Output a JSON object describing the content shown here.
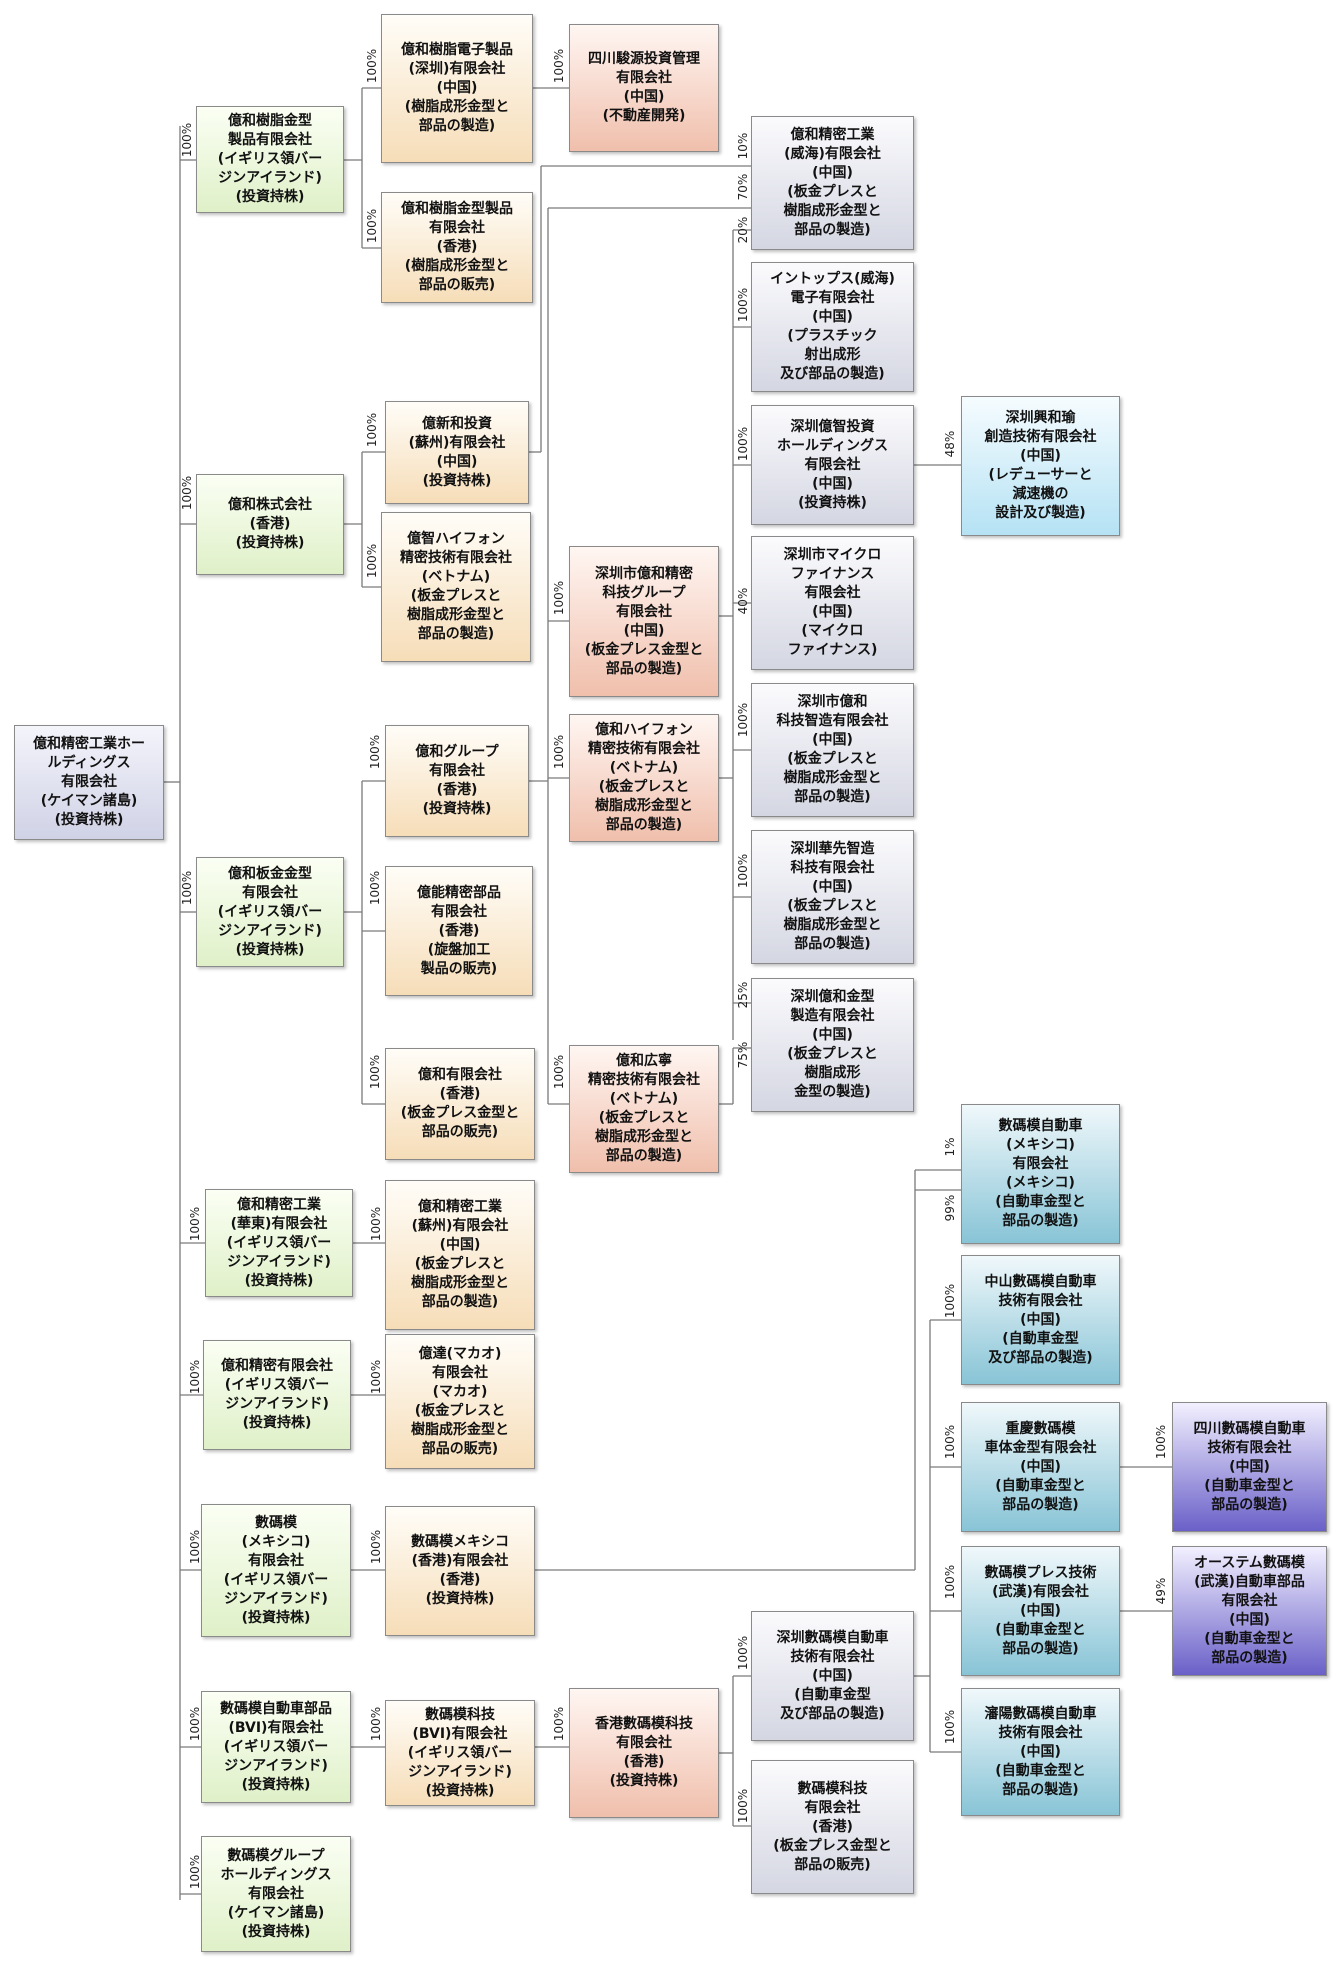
{
  "boxes": {
    "b0": {
      "text": "億和精密工業ホー\nルディングス\n有限会社\n(ケイマン諸島)\n(投資持株)",
      "color": "blue"
    },
    "b1": {
      "text": "億和樹脂金型\n製品有限会社\n(イギリス領バー\nジンアイランド)\n(投資持株)",
      "color": "green"
    },
    "b2": {
      "text": "億和株式会社\n(香港)\n(投資持株)",
      "color": "green"
    },
    "b3": {
      "text": "億和板金金型\n有限会社\n(イギリス領バー\nジンアイランド)\n(投資持株)",
      "color": "green"
    },
    "b4": {
      "text": "億和精密工業\n(華東)有限会社\n(イギリス領バー\nジンアイランド)\n(投資持株)",
      "color": "green"
    },
    "b5": {
      "text": "億和精密有限会社\n(イギリス領バー\nジンアイランド)\n(投資持株)",
      "color": "green"
    },
    "b6": {
      "text": "數碼模\n(メキシコ)\n有限会社\n(イギリス領バー\nジンアイランド)\n(投資持株)",
      "color": "green"
    },
    "b7": {
      "text": "數碼模自動車部品\n(BVI)有限会社\n(イギリス領バー\nジンアイランド)\n(投資持株)",
      "color": "green"
    },
    "b8": {
      "text": "數碼模グループ\nホールディングス\n有限会社\n(ケイマン諸島)\n(投資持株)",
      "color": "green"
    },
    "c1": {
      "text": "億和樹脂電子製品\n(深圳)有限会社\n(中国)\n(樹脂成形金型と\n部品の製造)",
      "color": "tan"
    },
    "c2": {
      "text": "億和樹脂金型製品\n有限会社\n(香港)\n(樹脂成形金型と\n部品の販売)",
      "color": "tan"
    },
    "c3": {
      "text": "億新和投資\n(蘇州)有限会社\n(中国)\n(投資持株)",
      "color": "tan"
    },
    "c4": {
      "text": "億智ハイフォン\n精密技術有限会社\n(ベトナム)\n(板金プレスと\n樹脂成形金型と\n部品の製造)",
      "color": "tan"
    },
    "c5": {
      "text": "億和グループ\n有限会社\n(香港)\n(投資持株)",
      "color": "tan"
    },
    "c6": {
      "text": "億能精密部品\n有限会社\n(香港)\n(旋盤加工\n製品の販売)",
      "color": "tan"
    },
    "c7": {
      "text": "億和有限会社\n(香港)\n(板金プレス金型と\n部品の販売)",
      "color": "tan"
    },
    "c8": {
      "text": "億和精密工業\n(蘇州)有限会社\n(中国)\n(板金プレスと\n樹脂成形金型と\n部品の製造)",
      "color": "tan"
    },
    "c9": {
      "text": "億達(マカオ)\n有限会社\n(マカオ)\n(板金プレスと\n樹脂成形金型と\n部品の販売)",
      "color": "tan"
    },
    "c10": {
      "text": "數碼模メキシコ\n(香港)有限会社\n(香港)\n(投資持株)",
      "color": "tan"
    },
    "c11": {
      "text": "數碼模科技\n(BVI)有限会社\n(イギリス領バー\nジンアイランド)\n(投資持株)",
      "color": "tan"
    },
    "d1": {
      "text": "四川駿源投資管理\n有限会社\n(中国)\n(不動産開発)",
      "color": "salmon"
    },
    "d2": {
      "text": "深圳市億和精密\n科技グループ\n有限会社\n(中国)\n(板金プレス金型と\n部品の製造)",
      "color": "salmon"
    },
    "d3": {
      "text": "億和ハイフォン\n精密技術有限会社\n(ベトナム)\n(板金プレスと\n樹脂成形金型と\n部品の製造)",
      "color": "salmon"
    },
    "d4": {
      "text": "億和広寧\n精密技術有限会社\n(ベトナム)\n(板金プレスと\n樹脂成形金型と\n部品の製造)",
      "color": "salmon"
    },
    "d5": {
      "text": "香港數碼模科技\n有限会社\n(香港)\n(投資持株)",
      "color": "salmon"
    },
    "e1": {
      "text": "億和精密工業\n(威海)有限会社\n(中国)\n(板金プレスと\n樹脂成形金型と\n部品の製造)",
      "color": "grey"
    },
    "e2": {
      "text": "イントップス(威海)\n電子有限会社\n(中国)\n(プラスチック\n射出成形\n及び部品の製造)",
      "color": "grey"
    },
    "e3": {
      "text": "深圳億智投資\nホールディングス\n有限会社\n(中国)\n(投資持株)",
      "color": "grey"
    },
    "e4": {
      "text": "深圳市マイクロ\nファイナンス\n有限会社\n(中国)\n(マイクロ\nファイナンス)",
      "color": "grey"
    },
    "e5": {
      "text": "深圳市億和\n科技智造有限会社\n(中国)\n(板金プレスと\n樹脂成形金型と\n部品の製造)",
      "color": "grey"
    },
    "e6": {
      "text": "深圳華先智造\n科技有限会社\n(中国)\n(板金プレスと\n樹脂成形金型と\n部品の製造)",
      "color": "grey"
    },
    "e7": {
      "text": "深圳億和金型\n製造有限会社\n(中国)\n(板金プレスと\n樹脂成形\n金型の製造)",
      "color": "grey"
    },
    "e8": {
      "text": "深圳數碼模自動車\n技術有限会社\n(中国)\n(自動車金型\n及び部品の製造)",
      "color": "grey"
    },
    "e9": {
      "text": "數碼模科技\n有限会社\n(香港)\n(板金プレス金型と\n部品の販売)",
      "color": "grey"
    },
    "f1": {
      "text": "深圳興和瑜\n創造技術有限会社\n(中国)\n(レデューサーと\n減速機の\n設計及び製造)",
      "color": "cyan"
    },
    "g1": {
      "text": "數碼模自動車\n(メキシコ)\n有限会社\n(メキシコ)\n(自動車金型と\n部品の製造)",
      "color": "teal"
    },
    "g2": {
      "text": "中山數碼模自動車\n技術有限会社\n(中国)\n(自動車金型\n及び部品の製造)",
      "color": "teal"
    },
    "g3": {
      "text": "重慶數碼模\n車体金型有限会社\n(中国)\n(自動車金型と\n部品の製造)",
      "color": "teal"
    },
    "g4": {
      "text": "數碼模プレス技術\n(武漢)有限会社\n(中国)\n(自動車金型と\n部品の製造)",
      "color": "teal"
    },
    "g5": {
      "text": "瀋陽數碼模自動車\n技術有限会社\n(中国)\n(自動車金型と\n部品の製造)",
      "color": "teal"
    },
    "h1": {
      "text": "四川數碼模自動車\n技術有限会社\n(中国)\n(自動車金型と\n部品の製造)",
      "color": "purple"
    },
    "h2": {
      "text": "オーステム數碼模\n(武漢)自動車部品\n有限会社\n(中国)\n(自動車金型と\n部品の製造)",
      "color": "purple"
    }
  },
  "percentages": [
    "100%",
    "100%",
    "100%",
    "100%",
    "100%",
    "100%",
    "100%",
    "100%",
    "100%",
    "100%",
    "100%",
    "100%",
    "100%",
    "100%",
    "100%",
    "100%",
    "100%",
    "100%",
    "100%",
    "100%",
    "100%",
    "100%",
    "100%",
    "100%",
    "10%",
    "70%",
    "20%",
    "100%",
    "100%",
    "40%",
    "100%",
    "100%",
    "25%",
    "75%",
    "48%",
    "1%",
    "99%",
    "100%",
    "100%",
    "100%",
    "100%",
    "100%",
    "49%",
    "100%",
    "100%"
  ],
  "colors": {
    "blue": "#d0d2e6",
    "green": "#dff0c8",
    "tan": "#f6ddb8",
    "salmon": "#f0bfac",
    "grey": "#d4d6e2",
    "cyan": "#b5e2f4",
    "teal": "#88c4d6",
    "purple": "#6a60c8",
    "line": "#7a7a7a"
  }
}
